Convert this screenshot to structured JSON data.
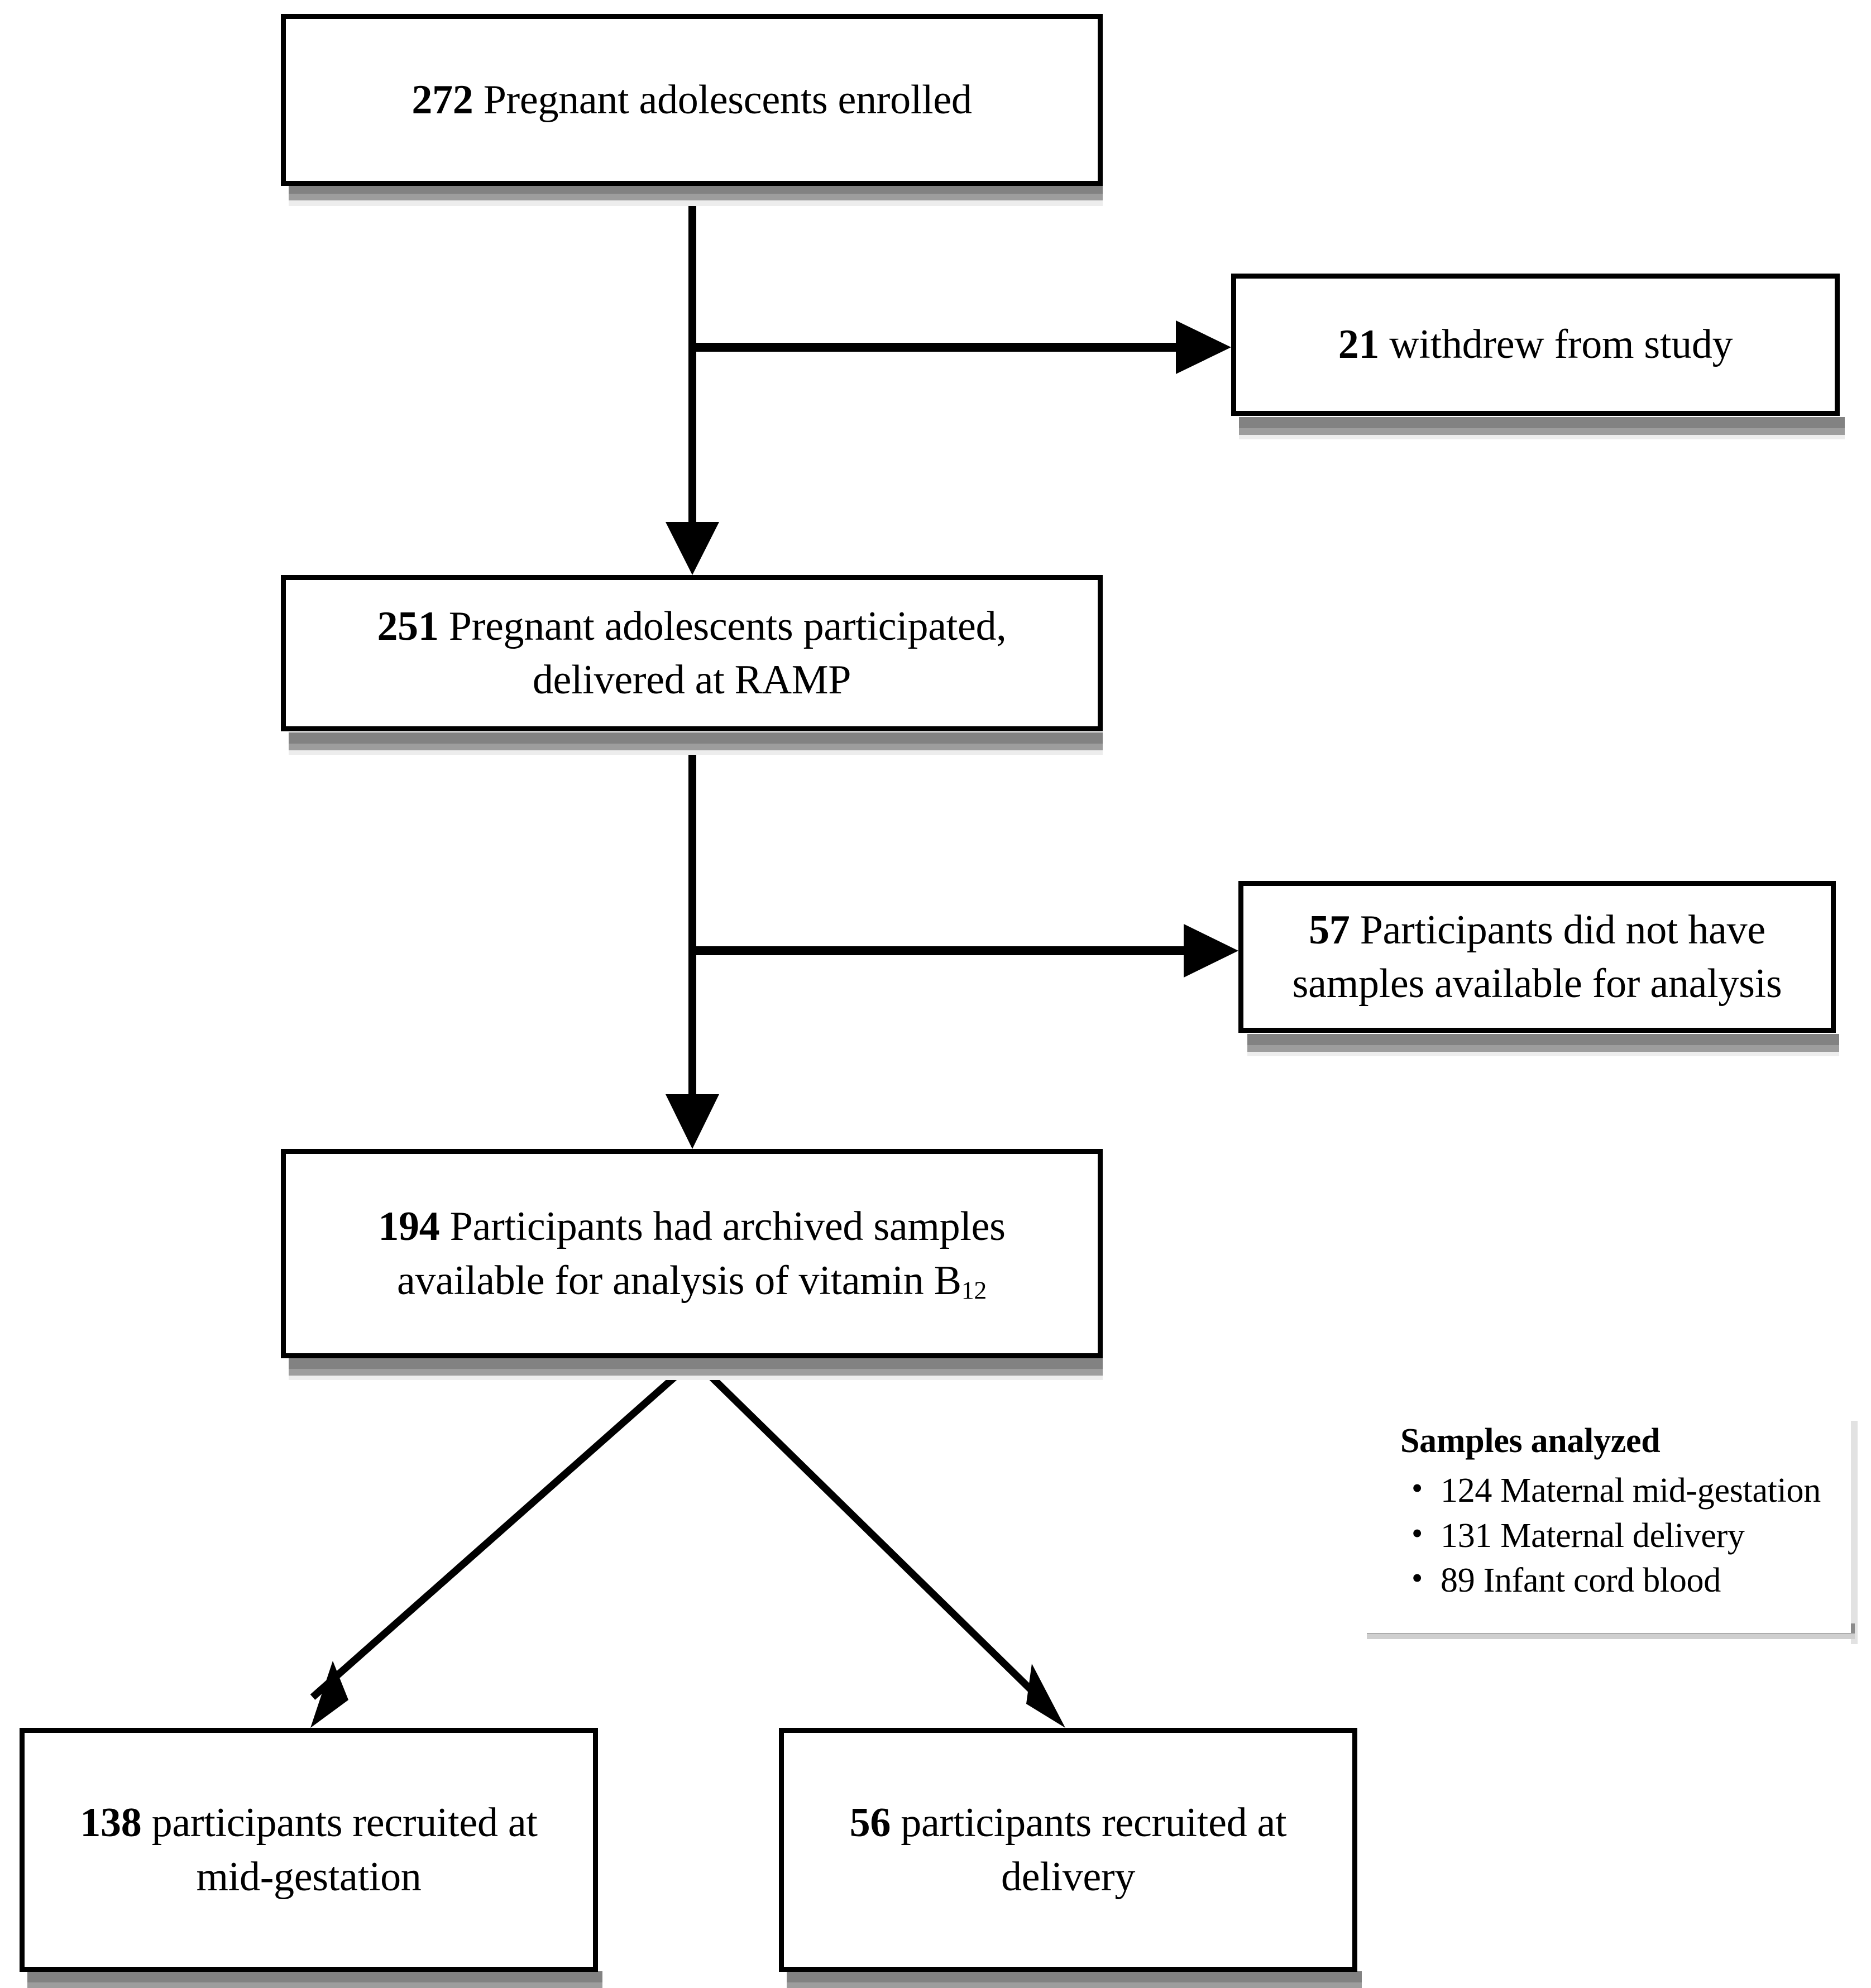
{
  "diagram": {
    "title": "Study participant flow diagram",
    "type": "flowchart",
    "colors": {
      "box_border": "#000000",
      "box_fill": "#ffffff",
      "shadow": "#828282",
      "connector": "#000000",
      "background": "#ffffff"
    }
  },
  "nodes": {
    "enrolled": {
      "number": "272",
      "text": " Pregnant adolescents enrolled"
    },
    "withdrew": {
      "number": "21",
      "text": " withdrew from study"
    },
    "participated": {
      "number": "251",
      "text": " Pregnant adolescents participated, delivered at RAMP"
    },
    "no_samples": {
      "number": "57",
      "text": " Participants did not have samples available for analysis"
    },
    "archived": {
      "number": "194",
      "text_before": " Participants had archived samples available for analysis of vitamin B",
      "subscript": "12",
      "text_after": ""
    },
    "mid_gestation": {
      "number": "138",
      "text": " participants recruited at mid-gestation"
    },
    "delivery": {
      "number": "56",
      "text": " participants recruited at delivery"
    }
  },
  "samples_panel": {
    "title": "Samples analyzed",
    "items": [
      "124 Maternal mid-gestation",
      "131 Maternal delivery",
      "89 Infant cord blood"
    ]
  },
  "chart_data": {
    "type": "flowchart",
    "title": "Study participant flow diagram",
    "nodes": [
      {
        "id": "enrolled",
        "label": "272 Pregnant adolescents enrolled",
        "value": 272
      },
      {
        "id": "withdrew",
        "label": "21 withdrew from study",
        "value": 21
      },
      {
        "id": "participated",
        "label": "251 Pregnant adolescents participated, delivered at RAMP",
        "value": 251
      },
      {
        "id": "no_samples",
        "label": "57 Participants did not have samples available for analysis",
        "value": 57
      },
      {
        "id": "archived",
        "label": "194 Participants had archived samples available for analysis of vitamin B12",
        "value": 194
      },
      {
        "id": "mid_gestation",
        "label": "138 participants recruited at mid-gestation",
        "value": 138
      },
      {
        "id": "delivery",
        "label": "56 participants recruited at delivery",
        "value": 56
      }
    ],
    "edges": [
      {
        "from": "enrolled",
        "to": "withdrew",
        "direction": "right"
      },
      {
        "from": "enrolled",
        "to": "participated",
        "direction": "down"
      },
      {
        "from": "participated",
        "to": "no_samples",
        "direction": "right"
      },
      {
        "from": "participated",
        "to": "archived",
        "direction": "down"
      },
      {
        "from": "archived",
        "to": "mid_gestation",
        "direction": "down-left"
      },
      {
        "from": "archived",
        "to": "delivery",
        "direction": "down-right"
      }
    ],
    "annotations": {
      "samples_analyzed": [
        {
          "label": "Maternal mid-gestation",
          "value": 124
        },
        {
          "label": "Maternal delivery",
          "value": 131
        },
        {
          "label": "Infant cord blood",
          "value": 89
        }
      ]
    }
  }
}
